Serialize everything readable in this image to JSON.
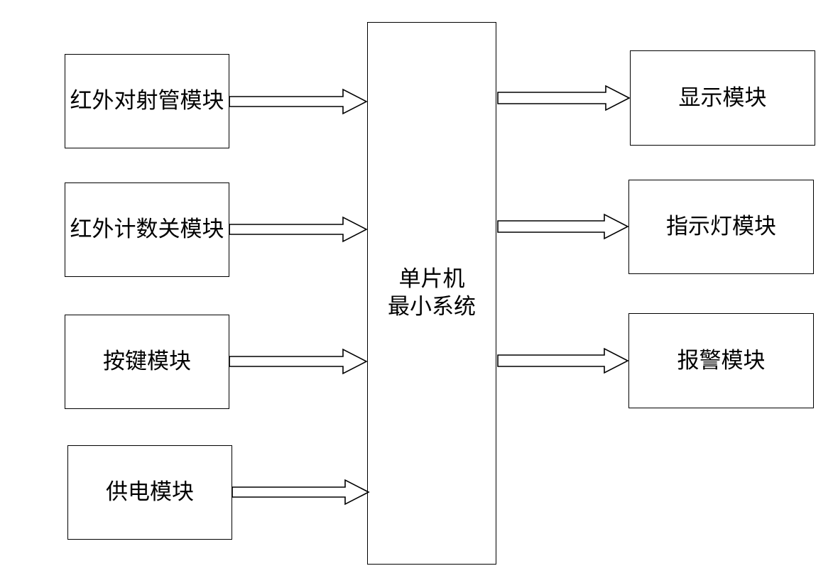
{
  "inputs": [
    {
      "label": "红外对射管模块"
    },
    {
      "label": "红外计数关模块"
    },
    {
      "label": "按键模块"
    },
    {
      "label": "供电模块"
    }
  ],
  "controller": {
    "line1": "单片机",
    "line2": "最小系统"
  },
  "outputs": [
    {
      "label": "显示模块"
    },
    {
      "label": "指示灯模块"
    },
    {
      "label": "报警模块"
    }
  ],
  "colors": {
    "stroke": "#000000",
    "fill": "#ffffff"
  }
}
